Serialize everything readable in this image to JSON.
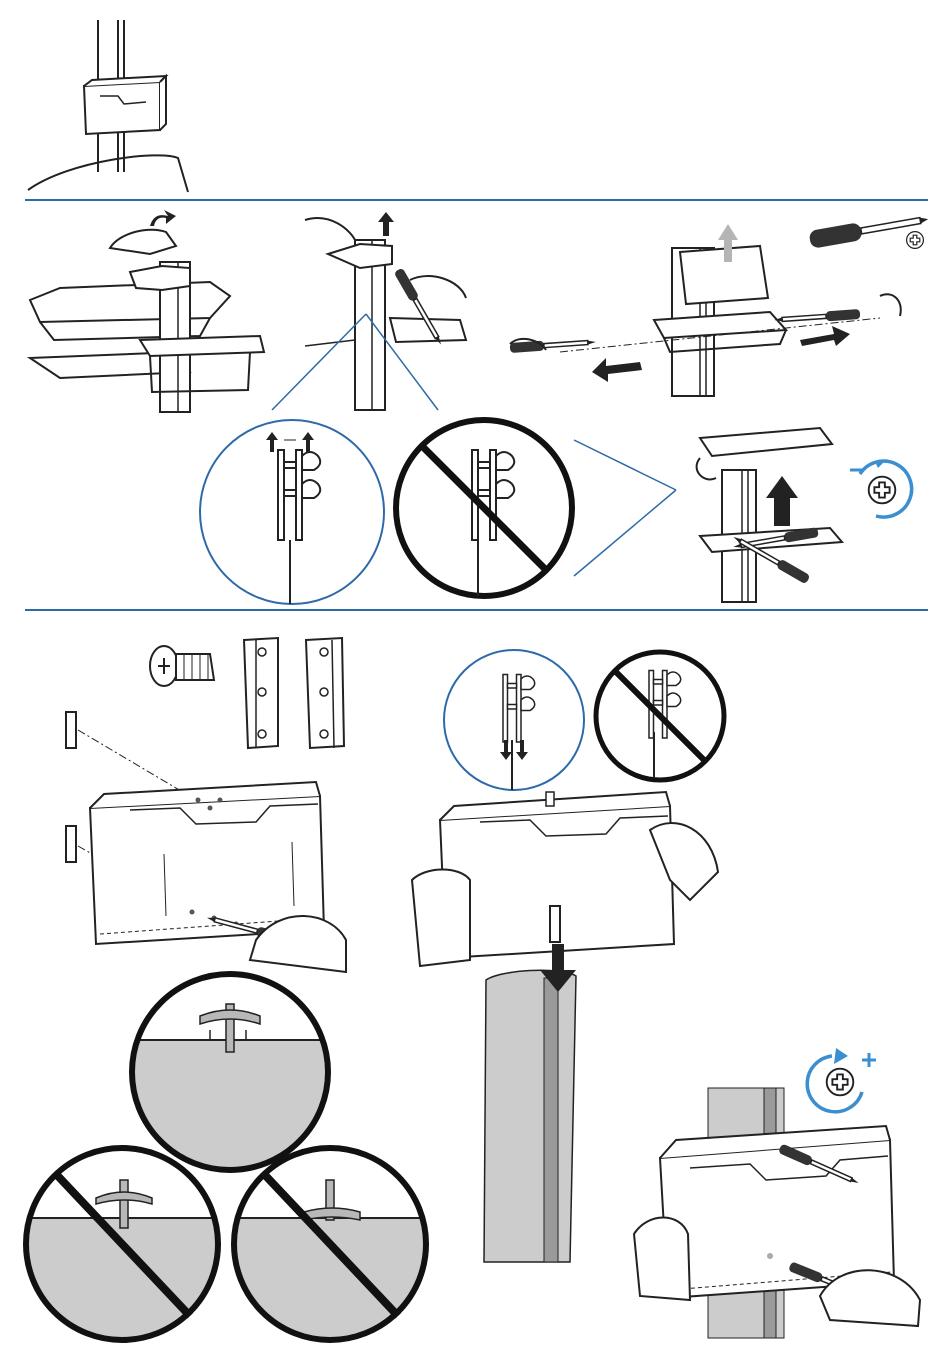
{
  "document": {
    "type": "assembly-instructions",
    "text_labels": [],
    "colors": {
      "accent_blue": "#2f6aa8",
      "rotate_blue": "#3b8fd0",
      "line_black": "#222222",
      "column_gray": "#cccccc",
      "column_dark": "#9a9a9a",
      "screw_gray": "#b8b8b8",
      "ghost_arrow": "#b5b5b5"
    }
  },
  "steps": [
    {
      "id": "step-current-setup",
      "icons": [
        "wall-rail-icon",
        "document-bin-icon"
      ]
    },
    {
      "id": "step-remove-bin",
      "icons": [
        "lift-arrow-icon",
        "screwdriver-icon",
        "phillips-head-icon",
        "loosen-rotation-icon",
        "correct-clearance-callout-icon",
        "prohibited-clearance-callout-icon"
      ]
    },
    {
      "id": "step-install-brackets",
      "icons": [
        "screw-icon",
        "bracket-plate-icon",
        "install-arrow-icon",
        "tighten-rotation-icon",
        "correct-screw-depth-callout-icon",
        "prohibited-screw-depth-callout-icon"
      ]
    }
  ]
}
